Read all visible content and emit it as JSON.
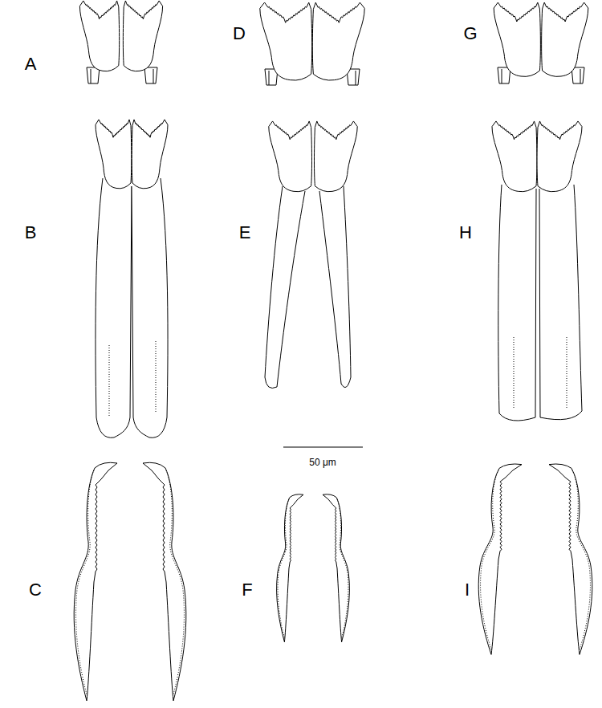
{
  "diagram": {
    "labels": [
      "A",
      "B",
      "C",
      "D",
      "E",
      "F",
      "G",
      "H",
      "I",
      "50 μm"
    ]
  }
}
